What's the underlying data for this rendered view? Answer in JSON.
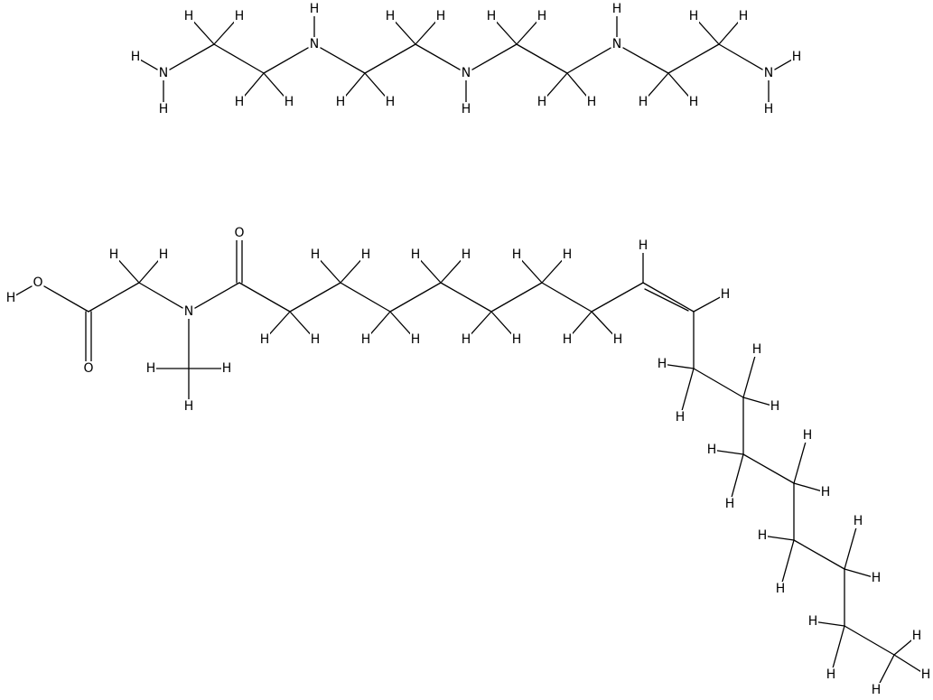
{
  "figure": {
    "type": "chemical-structure",
    "background": "#ffffff",
    "ink": "#000000",
    "molecules": [
      {
        "id": "tetraethylenepentamine",
        "formula": "H2N-CH2CH2-NH-CH2CH2-NH-CH2CH2-NH-CH2CH2-NH2",
        "atom_labels": {
          "nitrogen": "N",
          "hydrogen": "H"
        }
      },
      {
        "id": "oleoyl-sarcosine",
        "formula": "HO-C(=O)-CH2-N(CH3)-C(=O)-(CH2)7-CH=CH-(CH2)7-CH3",
        "atom_labels": {
          "oxygen": "O",
          "nitrogen": "N",
          "hydrogen": "H"
        },
        "double_bond": "cis"
      }
    ]
  }
}
